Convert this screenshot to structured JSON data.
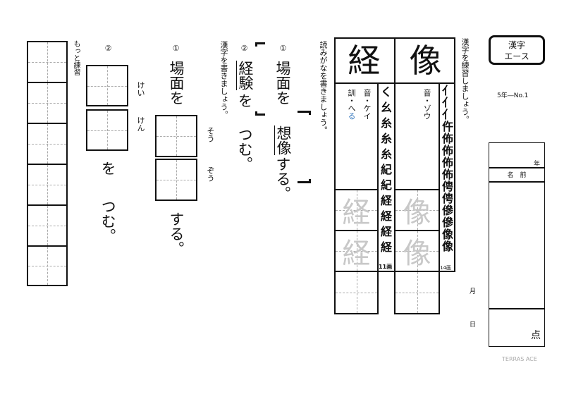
{
  "practice": {
    "instruction": "漢字を練習しましょう。",
    "kanji": [
      {
        "char": "像",
        "on": "音・ゾウ",
        "kun": "",
        "strokes": [
          "亻",
          "亻",
          "亻",
          "仵",
          "佈",
          "佈",
          "佈",
          "佈",
          "俜",
          "俜",
          "傪",
          "傪",
          "像",
          "像"
        ],
        "stroke_count": "14画"
      },
      {
        "char": "経",
        "on": "音・ケイ",
        "kun_prefix": "訓・へ",
        "kun_okurigana": "る",
        "strokes": [
          "く",
          "幺",
          "糸",
          "糸",
          "糸",
          "紀",
          "紀",
          "経",
          "経",
          "経",
          "経"
        ],
        "stroke_count": "11画"
      }
    ],
    "okurigana_color": "#3a7bbf"
  },
  "reading": {
    "instruction": "読みがなを書きましょう。",
    "q1": {
      "num": "①",
      "before": "場面を",
      "target": "想像",
      "after": "する。"
    },
    "q2": {
      "num": "②",
      "target": "経験",
      "after": "を",
      "after2": "つむ。"
    }
  },
  "writing": {
    "instruction": "漢字を書きましょう。",
    "q1": {
      "num": "①",
      "before": "場面を",
      "ruby1": "そう",
      "ruby2": "ぞう",
      "after": "する。"
    },
    "q2": {
      "num": "②",
      "ruby1": "けい",
      "ruby2": "けん",
      "after1": "を",
      "after2": "つむ。"
    }
  },
  "more_practice": "もっと練習",
  "header": {
    "logo_line1": "漢字",
    "logo_line2": "エース",
    "number": "5年―No.1"
  },
  "name_box": {
    "grade": "年",
    "name_label": "名　前",
    "score": "点"
  },
  "date": {
    "month": "月",
    "day": "日"
  },
  "footer": "TERRAS ACE"
}
